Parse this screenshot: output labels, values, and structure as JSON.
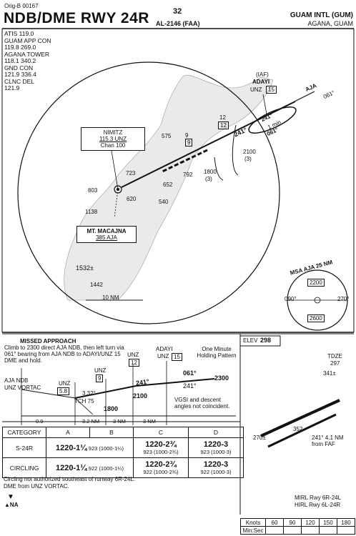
{
  "header": {
    "orig": "Orig-B 00167",
    "title": "NDB/DME RWY 24R",
    "chart_number": "32",
    "faa_number": "AL-2146 (FAA)",
    "airport": "GUAM INTL (GUM)",
    "city": "AGANA, GUAM"
  },
  "frequencies": [
    "ATIS 119.0",
    "GUAM APP CON",
    "119.8 269.0",
    "AGANA TOWER",
    "118.1 340.2",
    "GND CON",
    "121.9 336.4",
    "CLNC DEL",
    "121.9"
  ],
  "plan": {
    "nimitz": {
      "name": "NIMITZ",
      "freq": "115.3 UNZ",
      "chan": "Chan 100"
    },
    "macajna": {
      "name": "MT. MACAJNA",
      "freq": "385 AJA"
    },
    "iaf": "(IAF)",
    "adayi": "ADAYI",
    "unz15": "UNZ",
    "dme15": "15",
    "dme12": "12",
    "dme9": "9",
    "aja": "AJA",
    "aja_course": "061°",
    "crs241": "241°",
    "crs061": "061°",
    "one_min": "1 min",
    "alt2100": "2100",
    "alt2100_dist": "(3)",
    "alt1800": "1800",
    "alt1800_dist": "(3)",
    "elevations": [
      "575",
      "723",
      "792",
      "652",
      "803",
      "620",
      "540",
      "1138",
      "1532±",
      "1442"
    ],
    "scale": "10 NM",
    "msa_title": "MSA AJA 25 NM",
    "msa_2200": "2200",
    "msa_2600": "2600",
    "msa_090": "090°",
    "msa_270": "270°"
  },
  "missed_approach": {
    "title": "MISSED APPROACH",
    "text": "Climb to 2300 direct AJA NDB, then left turn via 061° bearing from AJA NDB to ADAYI/UNZ 15 DME and hold."
  },
  "profile": {
    "unz12": "UNZ",
    "d12": "12",
    "adayi": "ADAYI",
    "unz15": "UNZ",
    "d15": "15",
    "holding": "One Minute Holding Pattern",
    "aja_ndb": "AJA NDB",
    "unz_vortac": "UNZ VORTAC",
    "unz58": "UNZ",
    "d58": "5.8",
    "unz9": "UNZ",
    "d9": "9",
    "gs": "3.32°",
    "tch": "TCH 75",
    "alt1800": "1800",
    "alt2100": "2100",
    "alt2300": "2300",
    "c241a": "241°",
    "c241b": "241°",
    "c061": "061°",
    "vgsi": "VGSI and descent angles not coincident.",
    "dist1": "0.9",
    "dist2": "3.2 NM",
    "dist3": "3 NM",
    "dist4": "3 NM"
  },
  "airport": {
    "elev_label": "ELEV",
    "elev": "298",
    "tdze_label": "TDZE",
    "tdze": "297",
    "rwy": "341±",
    "r270": "270±",
    "r352": "352",
    "faa_dist": "241° 4.1 NM from FAF",
    "lighting1": "MIRL Rwy 6R-24L",
    "lighting2": "HIRL Rwy 6L-24R"
  },
  "minimums": {
    "headers": [
      "CATEGORY",
      "A",
      "B",
      "C",
      "D"
    ],
    "rows": [
      {
        "label": "S-24R",
        "ab_big": "1220-1¼",
        "ab_small": "923 (1000-1¼)",
        "c_big": "1220-2¾",
        "c_small": "923 (1000-2¾)",
        "d_big": "1220-3",
        "d_small": "923 (1000-3)"
      },
      {
        "label": "CIRCLING",
        "ab_big": "1220-1¼",
        "ab_small": "922 (1000-1¼)",
        "c_big": "1220-2¾",
        "c_small": "922 (1000-2¾)",
        "d_big": "1220-3",
        "d_small": "922 (1000-3)"
      }
    ],
    "note1": "Circling not authorized southeast of runway 6R-24L.",
    "note2": "DME from UNZ VORTAC.",
    "na": "NA"
  },
  "knots_table": {
    "knots_label": "Knots",
    "speeds": [
      "60",
      "90",
      "120",
      "150",
      "180"
    ],
    "minsec_label": "Min:Sec"
  }
}
